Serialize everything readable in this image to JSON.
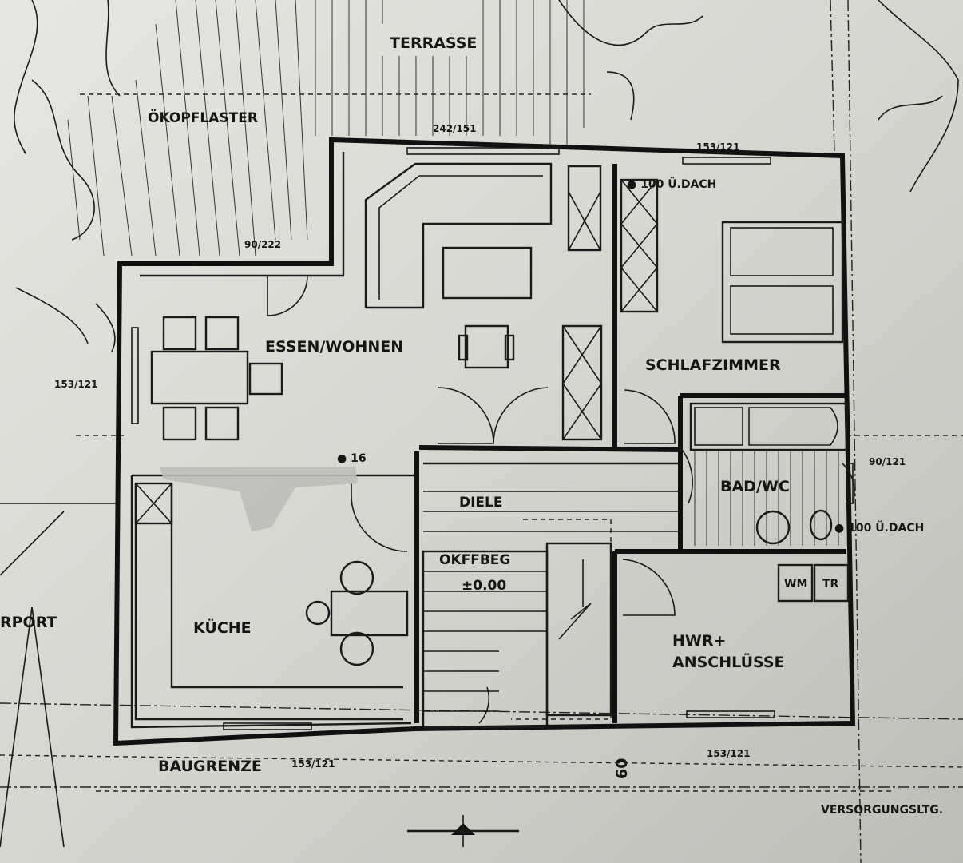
{
  "labels": {
    "terrasse": "TERRASSE",
    "oekopflaster": "ÖKOPFLASTER",
    "essen_wohnen": "ESSEN/WOHNEN",
    "schlafzimmer": "SCHLAFZIMMER",
    "bad_wc": "BAD/WC",
    "diele": "DIELE",
    "okffbeg": "OKFFBEG",
    "okffbeg_value": "±0.00",
    "kueche": "KÜCHE",
    "hwr_line1": "HWR+",
    "hwr_line2": "ANSCHLÜSSE",
    "baugrenze": "BAUGRENZE",
    "carport": "RPORT",
    "versorgungsltg": "VERSORGUNGSLTG.",
    "wm": "WM",
    "tr": "TR"
  },
  "dimensions": {
    "window_top_left": "242/151",
    "window_top_right": "153/121",
    "door_terrace": "90/222",
    "window_left": "153/121",
    "window_right": "90/121",
    "window_bottom_kitchen": "153/121",
    "window_bottom_hwr": "153/121",
    "setback": "60"
  },
  "notes": {
    "dach_top": "● 100 Ü.DACH",
    "dach_right": "● 100 Ü.DACH",
    "column": "● 16"
  },
  "colors": {
    "paper": "#c9c9c4",
    "ink": "#151515"
  }
}
